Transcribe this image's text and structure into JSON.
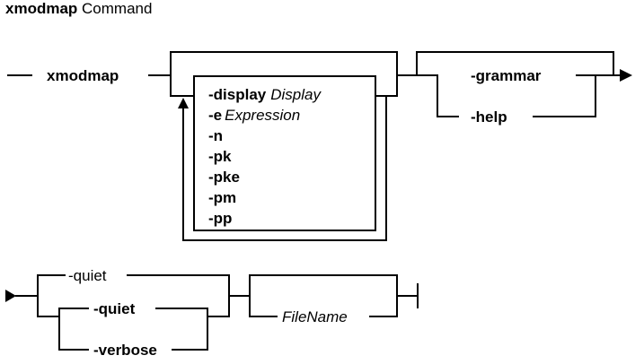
{
  "title": {
    "command": "xmodmap",
    "suffix": "Command"
  },
  "diagram": {
    "command_name": "xmodmap",
    "repeat_options": [
      {
        "flag": "-display",
        "argument": "Display"
      },
      {
        "flag": "-e",
        "argument": "Expression"
      },
      {
        "flag": "-n",
        "argument": ""
      },
      {
        "flag": "-pk",
        "argument": ""
      },
      {
        "flag": "-pke",
        "argument": ""
      },
      {
        "flag": "-pm",
        "argument": ""
      },
      {
        "flag": "-pp",
        "argument": ""
      }
    ],
    "info_options": [
      "-grammar",
      "-help"
    ],
    "mode_default": "-quiet",
    "mode_options": [
      "-quiet",
      "-verbose"
    ],
    "file_argument": "FileName"
  }
}
